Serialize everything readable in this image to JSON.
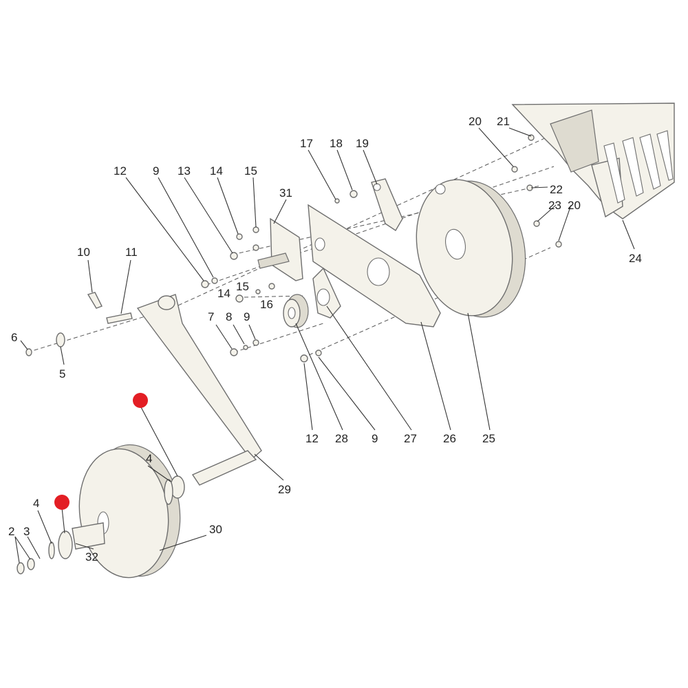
{
  "callouts": [
    {
      "id": "c2",
      "text": "2"
    },
    {
      "id": "c3",
      "text": "3"
    },
    {
      "id": "c4a",
      "text": "4"
    },
    {
      "id": "c4b",
      "text": "4"
    },
    {
      "id": "c5",
      "text": "5"
    },
    {
      "id": "c6",
      "text": "6"
    },
    {
      "id": "c7",
      "text": "7"
    },
    {
      "id": "c8",
      "text": "8"
    },
    {
      "id": "c9a",
      "text": "9"
    },
    {
      "id": "c9b",
      "text": "9"
    },
    {
      "id": "c9c",
      "text": "9"
    },
    {
      "id": "c10",
      "text": "10"
    },
    {
      "id": "c11",
      "text": "11"
    },
    {
      "id": "c12a",
      "text": "12"
    },
    {
      "id": "c12b",
      "text": "12"
    },
    {
      "id": "c13",
      "text": "13"
    },
    {
      "id": "c14a",
      "text": "14"
    },
    {
      "id": "c14b",
      "text": "14"
    },
    {
      "id": "c15a",
      "text": "15"
    },
    {
      "id": "c15b",
      "text": "15"
    },
    {
      "id": "c16",
      "text": "16"
    },
    {
      "id": "c17",
      "text": "17"
    },
    {
      "id": "c18",
      "text": "18"
    },
    {
      "id": "c19",
      "text": "19"
    },
    {
      "id": "c20a",
      "text": "20"
    },
    {
      "id": "c20b",
      "text": "20"
    },
    {
      "id": "c21",
      "text": "21"
    },
    {
      "id": "c22",
      "text": "22"
    },
    {
      "id": "c23",
      "text": "23"
    },
    {
      "id": "c24",
      "text": "24"
    },
    {
      "id": "c25",
      "text": "25"
    },
    {
      "id": "c26",
      "text": "26"
    },
    {
      "id": "c27",
      "text": "27"
    },
    {
      "id": "c28",
      "text": "28"
    },
    {
      "id": "c29",
      "text": "29"
    },
    {
      "id": "c30",
      "text": "30"
    },
    {
      "id": "c31",
      "text": "31"
    },
    {
      "id": "c32",
      "text": "32"
    }
  ],
  "highlight_markers": [
    {
      "id": "m1",
      "color": "#e31e24"
    },
    {
      "id": "m2",
      "color": "#e31e24"
    }
  ]
}
